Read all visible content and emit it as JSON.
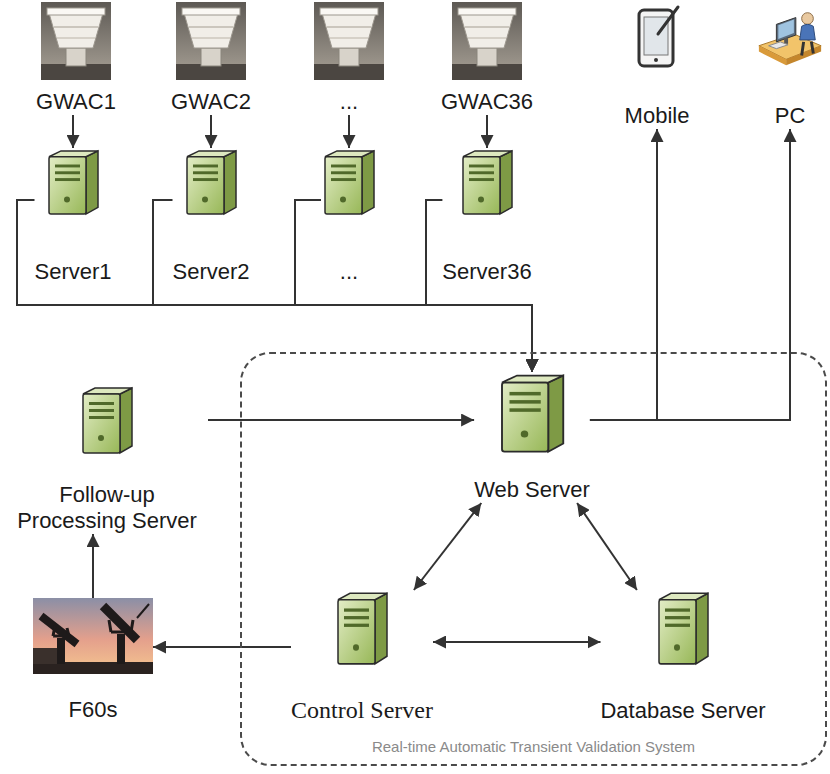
{
  "diagram": {
    "nodes": [
      {
        "text": [
          "GWAC1"
        ]
      },
      {
        "text": [
          "GWAC2"
        ]
      },
      {
        "text": [
          "..."
        ]
      },
      {
        "text": [
          "GWAC36"
        ]
      },
      {
        "text": [
          "Mobile"
        ]
      },
      {
        "text": [
          "PC"
        ]
      },
      {
        "text": [
          "Server1"
        ]
      },
      {
        "text": [
          "Server2"
        ]
      },
      {
        "text": [
          "..."
        ]
      },
      {
        "text": [
          "Server36"
        ]
      },
      {
        "text": [
          "Real-time Automatic Transient Validation System"
        ]
      },
      {
        "text": [
          "Web Server"
        ],
        "in": 10
      },
      {
        "text": [
          "Follow-up Processing Server"
        ]
      },
      {
        "text": [
          "Control Server"
        ],
        "in": 10
      },
      {
        "text": [
          "Database Server"
        ],
        "in": 10
      },
      {
        "text": [
          "F60s"
        ]
      }
    ],
    "edges": [
      {
        "from": 0,
        "to": 6,
        "arrow": "to"
      },
      {
        "from": 1,
        "to": 7,
        "arrow": "to"
      },
      {
        "from": 2,
        "to": 8,
        "arrow": "to"
      },
      {
        "from": 3,
        "to": 9,
        "arrow": "to"
      },
      {
        "from": 6,
        "to": 11,
        "arrow": "to"
      },
      {
        "from": 7,
        "to": 11,
        "arrow": "to"
      },
      {
        "from": 8,
        "to": 11,
        "arrow": "to"
      },
      {
        "from": 9,
        "to": 11,
        "arrow": "to"
      },
      {
        "from": 11,
        "to": 4,
        "arrow": "to"
      },
      {
        "from": 11,
        "to": 5,
        "arrow": "to"
      },
      {
        "from": 12,
        "to": 11,
        "arrow": "to"
      },
      {
        "from": 15,
        "to": 12,
        "arrow": "to"
      },
      {
        "from": 13,
        "to": 15,
        "arrow": "to"
      },
      {
        "from": 11,
        "to": 13,
        "arrow": "both"
      },
      {
        "from": 11,
        "to": 14,
        "arrow": "both"
      },
      {
        "from": 13,
        "to": 14,
        "arrow": "both"
      }
    ]
  }
}
